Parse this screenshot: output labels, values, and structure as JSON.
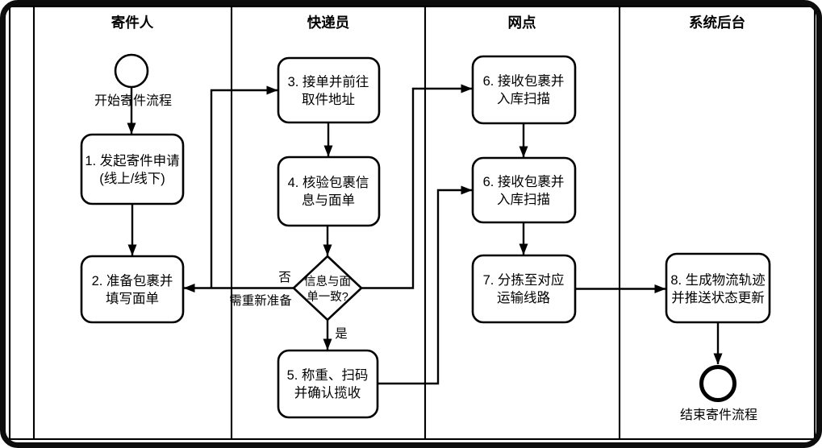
{
  "diagram": {
    "title_hint": "寄件流程泳道图",
    "lane_titles": [
      "寄件人",
      "快递员",
      "网点",
      "系统后台"
    ],
    "start": {
      "label": "开始寄件流程"
    },
    "end": {
      "label": "结束寄件流程"
    },
    "steps": {
      "s1": [
        "1. 发起寄件申请",
        "(线上/线下)"
      ],
      "s2": [
        "2. 准备包裹并",
        "填写面单"
      ],
      "s3": [
        "3. 接单并前往",
        "取件地址"
      ],
      "s4": [
        "4. 核验包裹信",
        "息与面单"
      ],
      "s5": [
        "5. 称重、扫码",
        "并确认揽收"
      ],
      "s6a": [
        "6. 接收包裹并",
        "入库扫描"
      ],
      "s6b": [
        "6. 接收包裹并",
        "入库扫描"
      ],
      "s7": [
        "7. 分拣至对应",
        "运输线路"
      ],
      "s8": [
        "8. 生成物流轨迹",
        "并推送状态更新"
      ]
    },
    "decision": {
      "lines": [
        "信息与面",
        "单一致?"
      ],
      "yes_label": "是",
      "no_label": "否",
      "no_note": "需重新准备"
    },
    "colors": {
      "stroke": "#000000",
      "fill": "#ffffff",
      "frame": "#0d0d0d"
    }
  }
}
